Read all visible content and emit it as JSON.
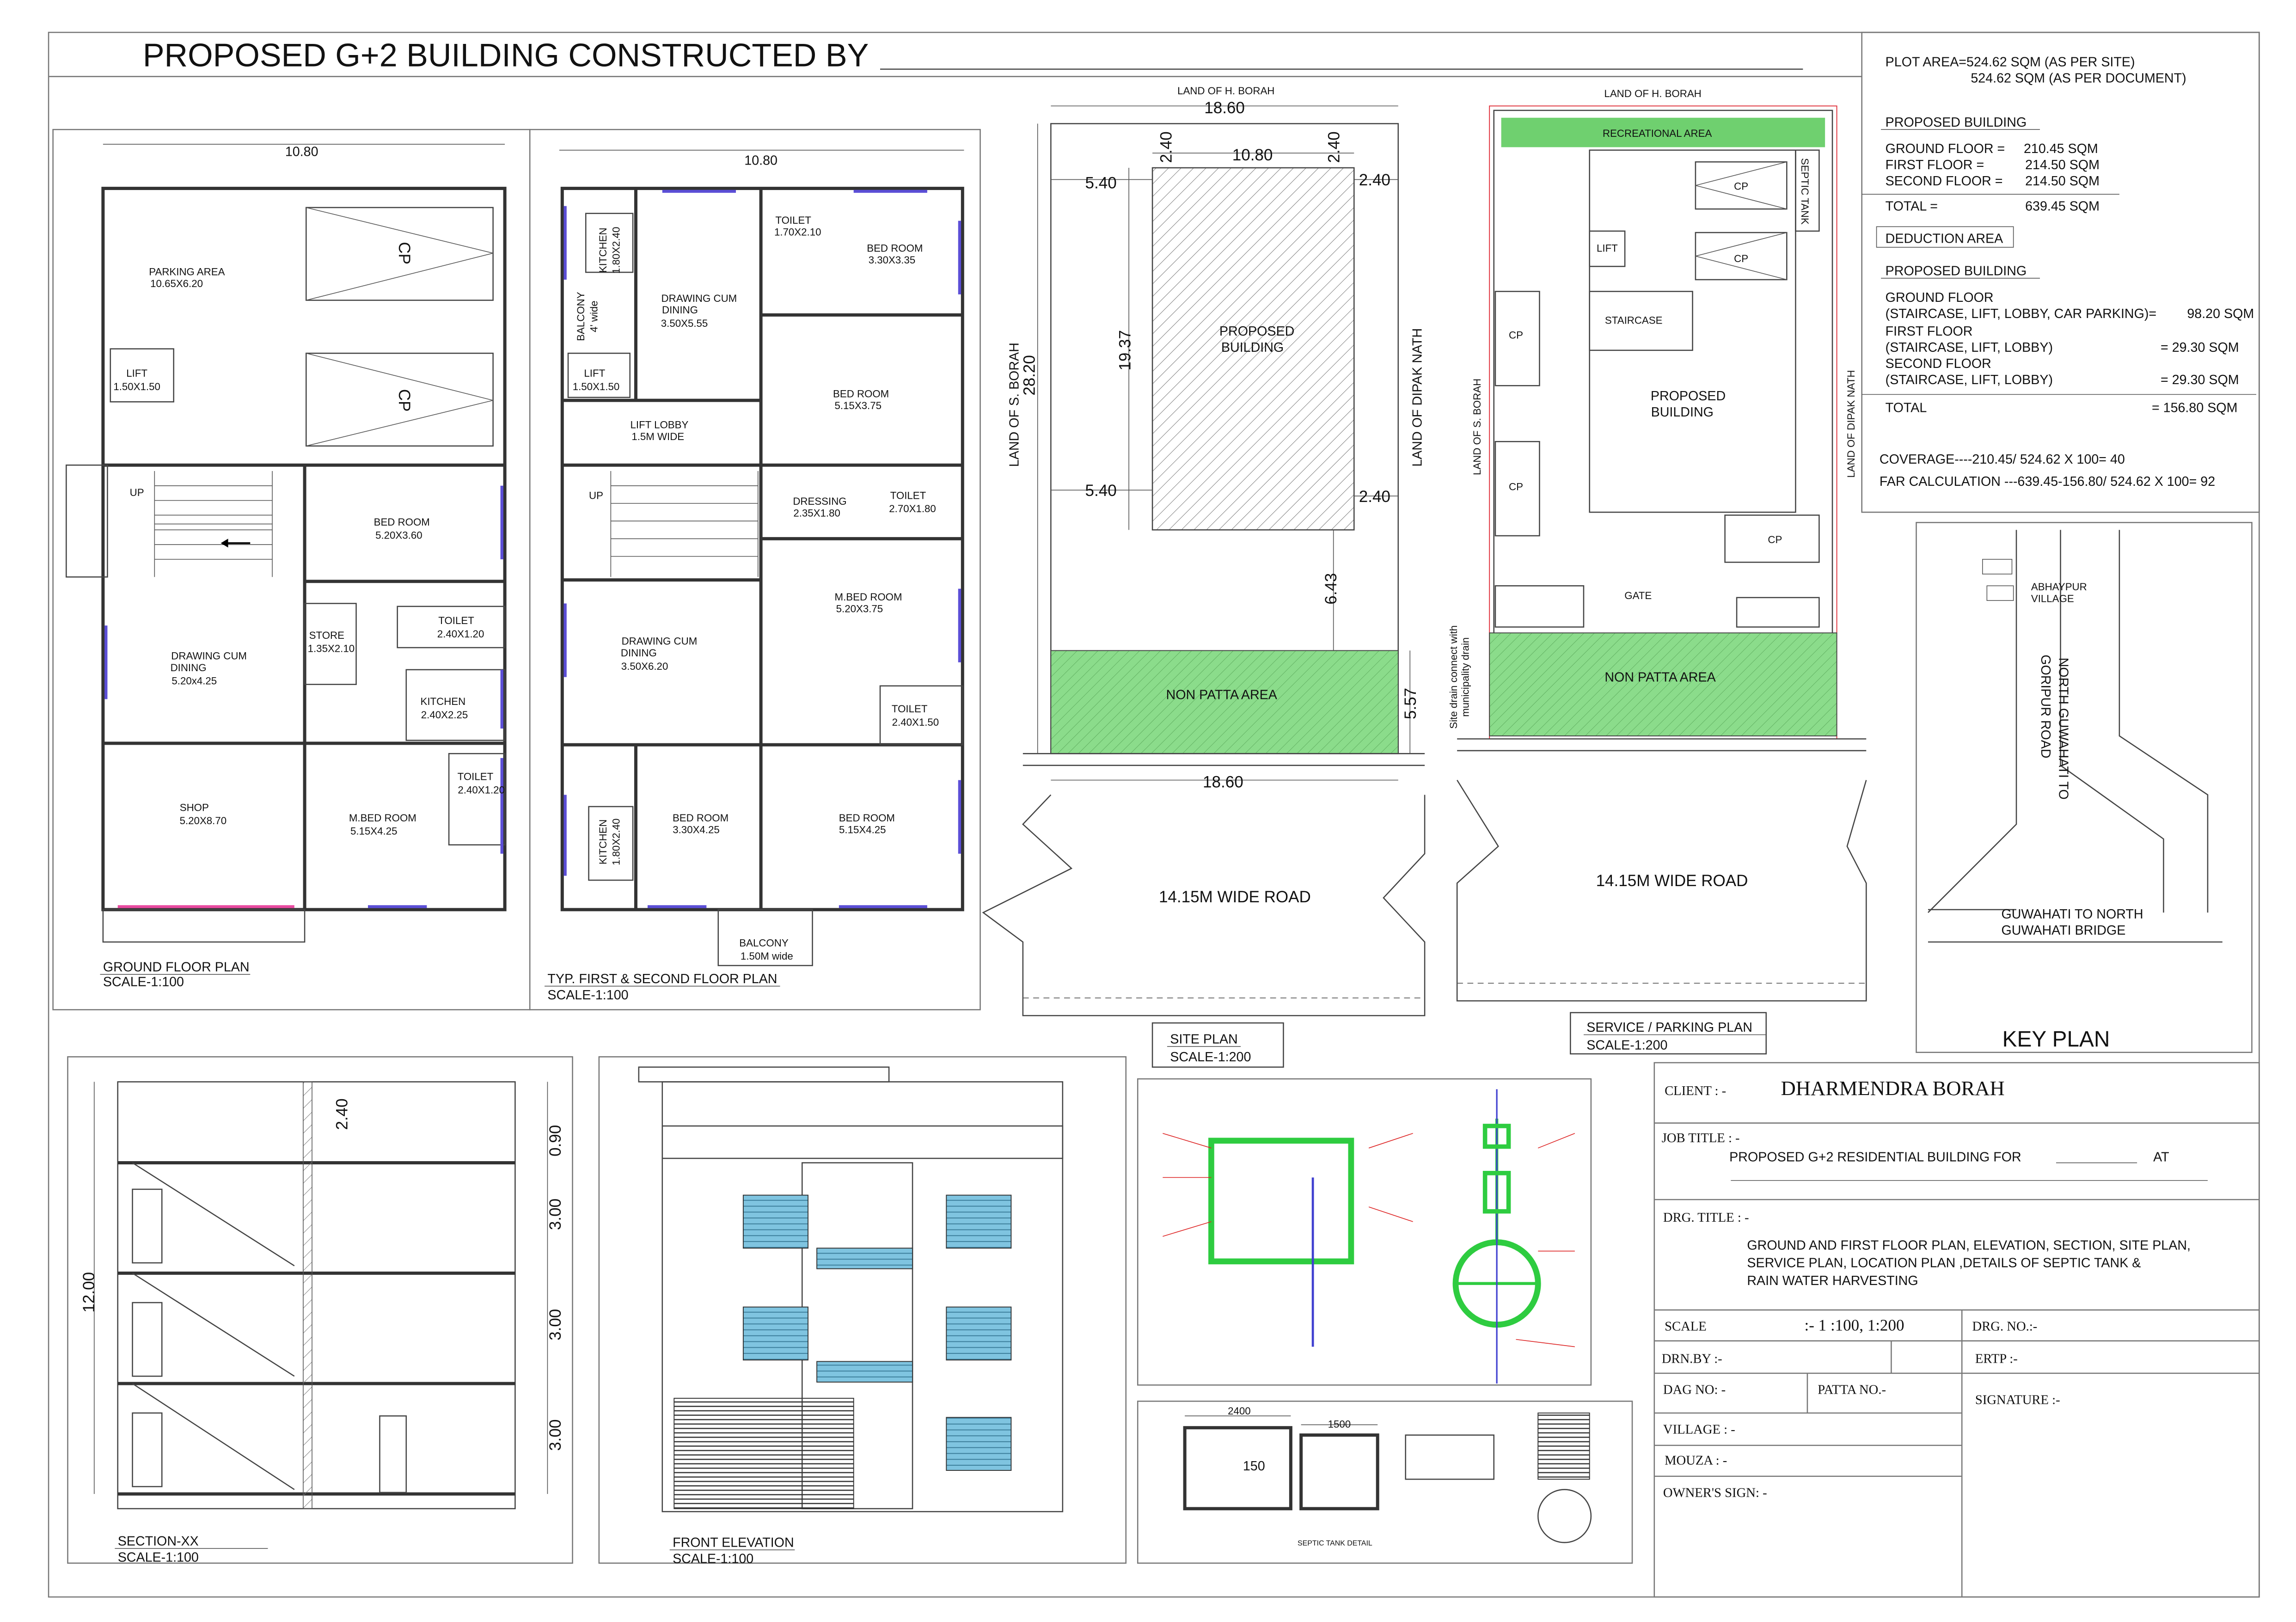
{
  "title": "PROPOSED G+2 BUILDING CONSTRUCTED BY",
  "area_statement": {
    "plot_area_line1": "PLOT AREA=524.62 SQM (AS PER SITE)",
    "plot_area_line2": "524.62 SQM (AS PER DOCUMENT)",
    "proposed_heading": "PROPOSED BUILDING",
    "floors": [
      {
        "label": "GROUND FLOOR =",
        "value": "210.45 SQM"
      },
      {
        "label": "FIRST FLOOR      =",
        "value": "214.50 SQM"
      },
      {
        "label": "SECOND FLOOR  =",
        "value": "214.50 SQM"
      }
    ],
    "total_label": "TOTAL                  =",
    "total_value": "639.45 SQM",
    "deduction_heading": "DEDUCTION AREA",
    "deduction_sub_heading": "PROPOSED BUILDING",
    "deductions": [
      {
        "label": "GROUND FLOOR",
        "detail": "(STAIRCASE, LIFT, LOBBY, CAR PARKING)=",
        "value": "98.20 SQM"
      },
      {
        "label": "FIRST FLOOR",
        "detail": "(STAIRCASE, LIFT, LOBBY)",
        "value": "=  29.30 SQM"
      },
      {
        "label": "SECOND FLOOR",
        "detail": "(STAIRCASE, LIFT, LOBBY)",
        "value": "=  29.30 SQM"
      }
    ],
    "deduction_total_label": "TOTAL",
    "deduction_total_value": "=   156.80 SQM",
    "coverage": "COVERAGE----210.45/ 524.62 X 100= 40",
    "far": "FAR CALCULATION ---639.45-156.80/ 524.62 X 100= 92"
  },
  "ground_floor": {
    "labels": [
      "10.80",
      "PARKING AREA",
      "10.65X6.20",
      "CP",
      "CP",
      "LIFT",
      "1.50X1.50",
      "UP",
      "BED ROOM",
      "5.20X3.60",
      "DRAWING CUM",
      "DINING",
      "5.20x4.25",
      "STORE",
      "1.35X2.10",
      "TOILET",
      "2.40X1.20",
      "KITCHEN",
      "2.40X2.25",
      "TOILET",
      "2.40X1.20",
      "SHOP",
      "5.20X8.70",
      "M.BED ROOM",
      "5.15X4.25"
    ],
    "title": "GROUND FLOOR PLAN",
    "scale": "SCALE-1:100"
  },
  "first_floor": {
    "labels": [
      "10.80",
      "KITCHEN",
      "1.80X2.40",
      "BALCONY",
      "4' wide",
      "DRAWING CUM",
      "DINING",
      "3.50X5.55",
      "TOILET",
      "1.70X2.10",
      "BED ROOM",
      "3.30X3.35",
      "LIFT",
      "1.50X1.50",
      "BED ROOM",
      "5.15X3.75",
      "LIFT LOBBY",
      "1.5M WIDE",
      "UP",
      "DRESSING",
      "2.35X1.80",
      "TOILET",
      "2.70X1.80",
      "M.BED ROOM",
      "5.20X3.75",
      "DRAWING CUM",
      "DINING",
      "3.50X6.20",
      "TOILET",
      "2.40X1.50",
      "KITCHEN",
      "1.80X2.40",
      "BED ROOM",
      "3.30X4.25",
      "BED ROOM",
      "5.15X4.25",
      "BALCONY",
      "1.50M wide"
    ],
    "title": "TYP. FIRST & SECOND FLOOR PLAN",
    "scale": "SCALE-1:100"
  },
  "site_plan": {
    "labels": [
      "LAND OF H. BORAH",
      "18.60",
      "2.40",
      "10.80",
      "2.40",
      "5.40",
      "2.40",
      "19.37",
      "PROPOSED",
      "BUILDING",
      "LAND OF S. BORAH",
      "28.20",
      "LAND OF DIPAK NATH",
      "5.40",
      "2.40",
      "6.43",
      "NON PATTA AREA",
      "5.57",
      "18.60",
      "14.15M WIDE ROAD"
    ],
    "title": "SITE PLAN",
    "scale": "SCALE-1:200"
  },
  "service_plan": {
    "labels": [
      "LAND OF H. BORAH",
      "RECREATIONAL AREA",
      "SEPTIC TANK",
      "CP",
      "CP",
      "LIFT",
      "STAIRCASE",
      "CP",
      "PROPOSED",
      "BUILDING",
      "LAND OF S. BORAH",
      "LAND OF DIPAK NATH",
      "CP",
      "CP",
      "GATE",
      "NON PATTA AREA",
      "Site drain connect with",
      "municipality drain",
      "14.15M WIDE ROAD"
    ],
    "title": "SERVICE / PARKING PLAN",
    "scale": "SCALE-1:200"
  },
  "key_plan": {
    "labels": [
      "ABHAYPUR",
      "VILLAGE",
      "NORTH GUWAHATI TO",
      "GORIPUR ROAD",
      "GUWAHATI TO NORTH",
      "GUWAHATI BRIDGE"
    ],
    "title": "KEY PLAN"
  },
  "section": {
    "labels": [
      "2.40",
      "0.90",
      "3.00",
      "3.00",
      "3.00",
      "12.00"
    ],
    "title": "SECTION-XX",
    "scale": "SCALE-1:100"
  },
  "elevation": {
    "title": "FRONT ELEVATION",
    "scale": "SCALE-1:100"
  },
  "septic": {
    "labels": [
      "2400",
      "1500",
      "150",
      "SEPTIC TANK DETAIL"
    ]
  },
  "title_block": {
    "client_label": "CLIENT : -",
    "client_name": "DHARMENDRA  BORAH",
    "job_title_label": "JOB  TITLE  :  -",
    "job_title": "PROPOSED G+2  RESIDENTIAL BUILDING FOR",
    "job_title_at": "AT",
    "drg_title_label": "DRG.  TITLE  :  -",
    "drg_title_lines": [
      "GROUND AND FIRST FLOOR PLAN, ELEVATION, SECTION, SITE PLAN,",
      "SERVICE PLAN, LOCATION PLAN ,DETAILS OF SEPTIC TANK &",
      "RAIN WATER HARVESTING"
    ],
    "scale_label": "SCALE",
    "scale_value": ":-  1  :100,  1:200",
    "drg_no": "DRG.  NO.:-",
    "drn_by": "DRN.BY  :-",
    "ertp": "ERTP  :-",
    "dag_no": "DAG  NO:  -",
    "patta_no": "PATTA  NO.-",
    "signature": "SIGNATURE  :-",
    "village": "VILLAGE  :  -",
    "mouza": "MOUZA  :  -",
    "owner_sign": "OWNER'S  SIGN:  -"
  },
  "colors": {
    "window": "#5b4ed6",
    "green_area": "#6fd06f",
    "boundary": "#e0303a"
  }
}
